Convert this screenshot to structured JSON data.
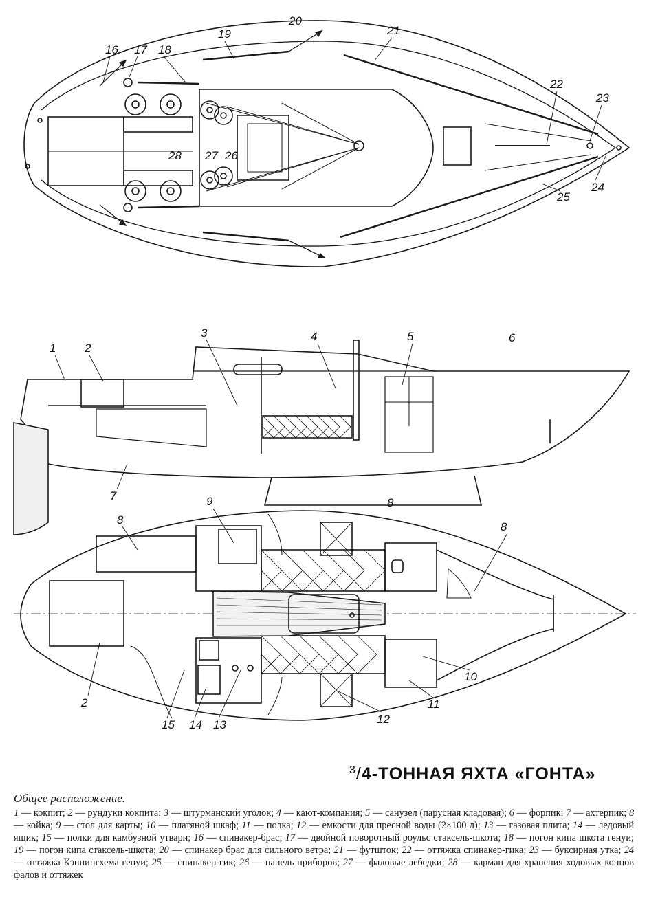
{
  "title": {
    "fraction_num": "3",
    "fraction_den": "4",
    "text": "-ТОННАЯ ЯХТА «ГОНТА»"
  },
  "subtitle": "Общее расположение.",
  "legend": [
    {
      "n": "1",
      "text": "кокпит"
    },
    {
      "n": "2",
      "text": "рундуки кокпита"
    },
    {
      "n": "3",
      "text": "штурманский уголок"
    },
    {
      "n": "4",
      "text": "кают-компания"
    },
    {
      "n": "5",
      "text": "санузел (парусная кладовая)"
    },
    {
      "n": "6",
      "text": "форпик"
    },
    {
      "n": "7",
      "text": "ахтерпик"
    },
    {
      "n": "8",
      "text": "койка"
    },
    {
      "n": "9",
      "text": "стол для карты"
    },
    {
      "n": "10",
      "text": "платяной шкаф"
    },
    {
      "n": "11",
      "text": "полка"
    },
    {
      "n": "12",
      "text": "емкости для пресной воды (2×100 л)"
    },
    {
      "n": "13",
      "text": "газовая плита"
    },
    {
      "n": "14",
      "text": "ледовый ящик"
    },
    {
      "n": "15",
      "text": "полки для камбузной утвари"
    },
    {
      "n": "16",
      "text": "спинакер-брас"
    },
    {
      "n": "17",
      "text": "двойной поворотный роульс стаксель-шкота"
    },
    {
      "n": "18",
      "text": "погон кипа шкота генуи"
    },
    {
      "n": "19",
      "text": "погон кипа стаксель-шкота"
    },
    {
      "n": "20",
      "text": "спинакер брас для сильного ветра"
    },
    {
      "n": "21",
      "text": "футшток"
    },
    {
      "n": "22",
      "text": "оттяжка спинакер-гика"
    },
    {
      "n": "23",
      "text": "буксирная утка"
    },
    {
      "n": "24",
      "text": "оттяжка Кэннингхема генуи"
    },
    {
      "n": "25",
      "text": "спинакер-гик"
    },
    {
      "n": "26",
      "text": "панель приборов"
    },
    {
      "n": "27",
      "text": "фаловые лебедки"
    },
    {
      "n": "28",
      "text": "карман для хранения ходовых концов фалов и оттяжек"
    }
  ],
  "callouts": [
    "1",
    "2",
    "3",
    "4",
    "5",
    "6",
    "7",
    "8",
    "9",
    "10",
    "11",
    "12",
    "13",
    "14",
    "15",
    "16",
    "17",
    "18",
    "19",
    "20",
    "21",
    "22",
    "23",
    "24",
    "25",
    "26",
    "27",
    "28"
  ],
  "colors": {
    "ink": "#1a1a1a",
    "paper": "#ffffff",
    "fill": "#e6e6e6"
  }
}
